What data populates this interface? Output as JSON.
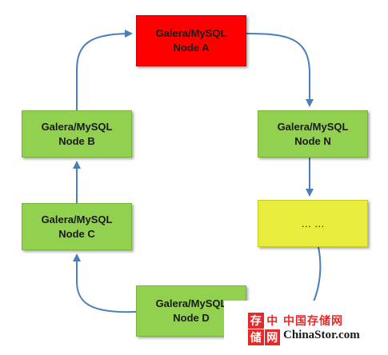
{
  "nodes": {
    "a": {
      "line1": "Galera/MySQL",
      "line2": "Node A"
    },
    "b": {
      "line1": "Galera/MySQL",
      "line2": "Node B"
    },
    "c": {
      "line1": "Galera/MySQL",
      "line2": "Node C"
    },
    "d": {
      "line1": "Galera/MySQL",
      "line2": "Node D"
    },
    "n": {
      "line1": "Galera/MySQL",
      "line2": "Node N"
    },
    "ellipsis": {
      "label": "… …"
    }
  },
  "colors": {
    "primary_node": "#ff0000",
    "node": "#92d050",
    "placeholder_node": "#e9ec3c",
    "arrow": "#4a7ebb"
  },
  "watermark": {
    "logo_chars": [
      "存",
      "中",
      "储",
      "网"
    ],
    "chinese": "中国存储网",
    "domain": "ChinaStor.com"
  }
}
